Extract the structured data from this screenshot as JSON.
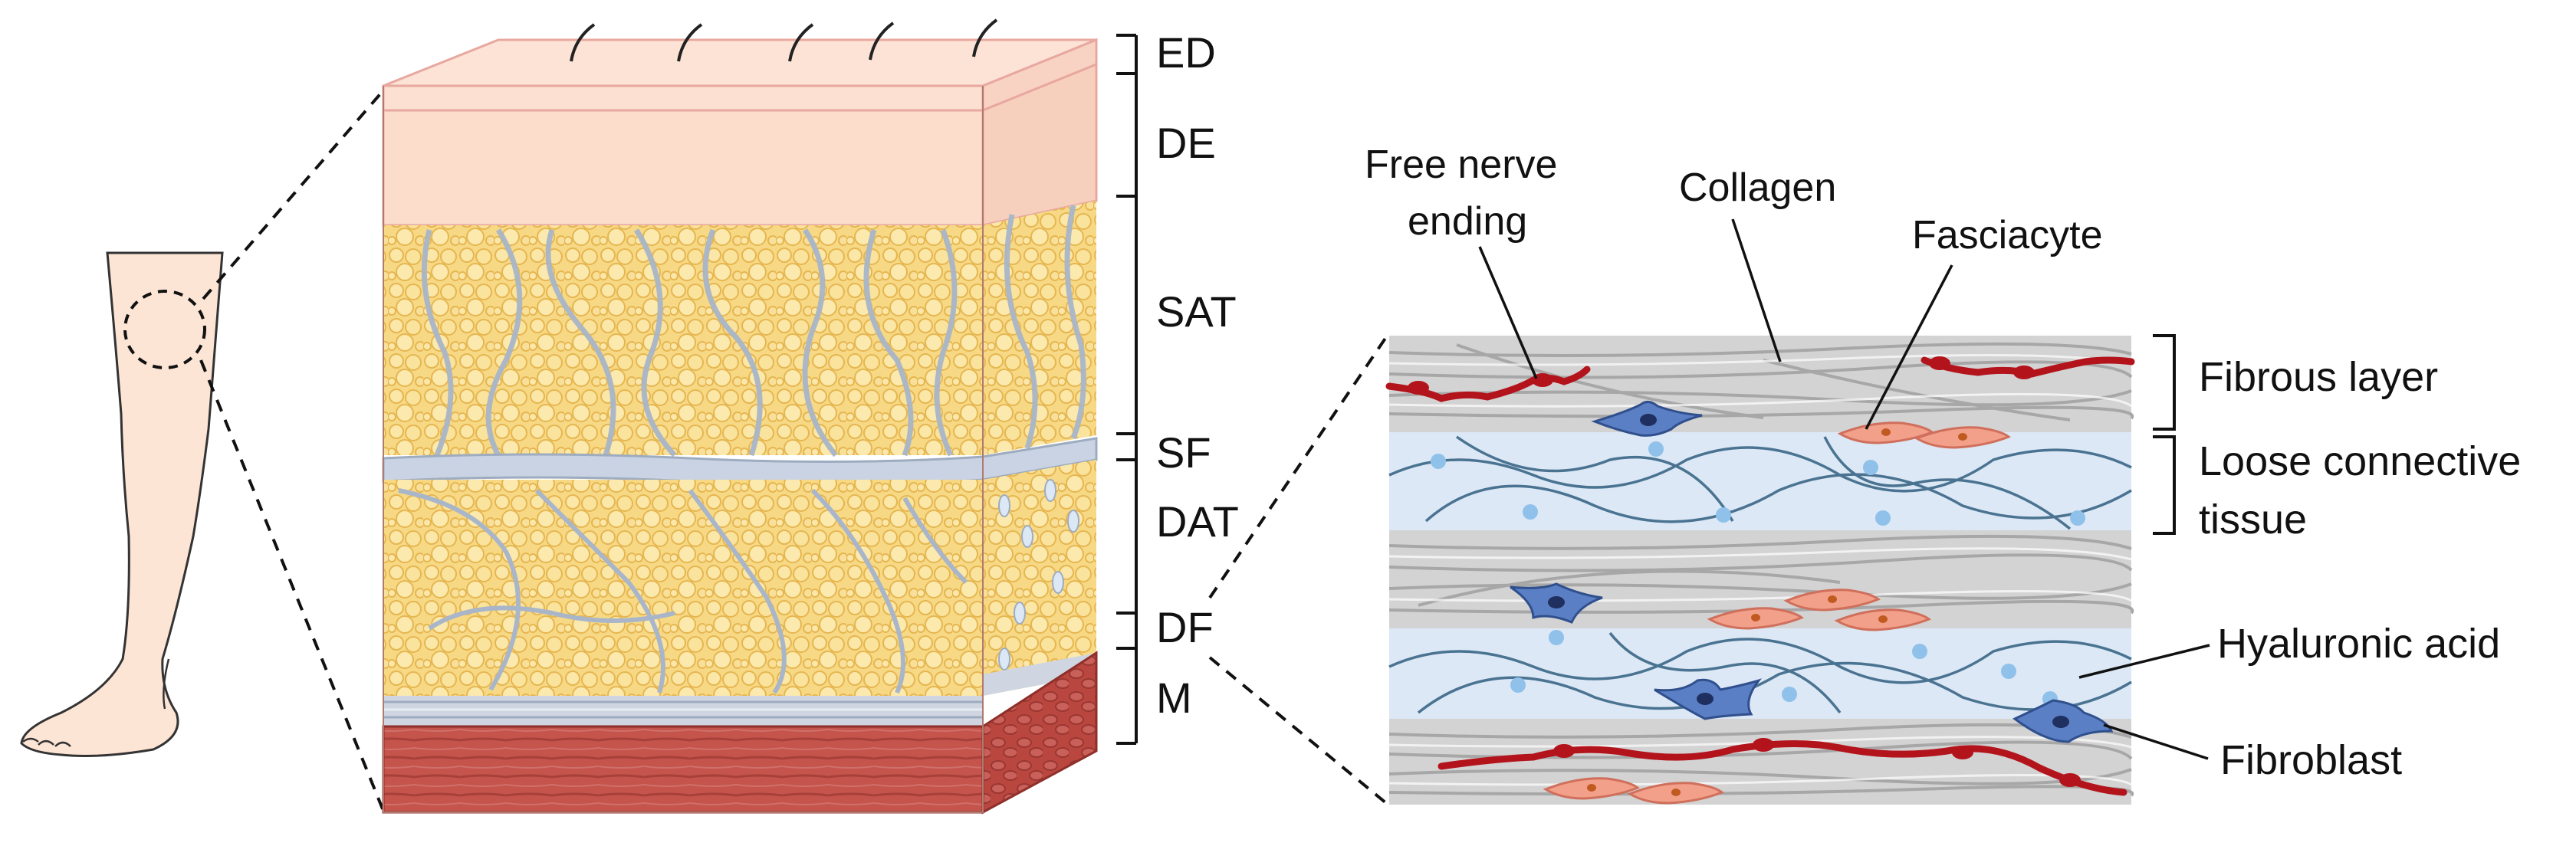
{
  "layer_labels": {
    "ed": "ED",
    "de": "DE",
    "sat": "SAT",
    "sf": "SF",
    "dat": "DAT",
    "df": "DF",
    "m": "M"
  },
  "fascia_labels": {
    "free_nerve_line1": "Free nerve",
    "free_nerve_line2": "ending",
    "collagen": "Collagen",
    "fasciacyte": "Fasciacyte",
    "fibrous_layer": "Fibrous layer",
    "loose_line1": "Loose connective",
    "loose_line2": "tissue",
    "hyaluronic_acid": "Hyaluronic acid",
    "fibroblast": "Fibroblast"
  },
  "colors": {
    "skin_epidermis": "#fbe0d3",
    "skin_dermis": "#fcdccb",
    "fat": "#f6d88a",
    "fat_cell_edge": "#e8b64e",
    "fascia": "#c9d3e3",
    "muscle": "#c8574f",
    "collagen": "#bdbdbd",
    "loose_tissue": "#dce8f5",
    "nerve": "#b3141c",
    "fibroblast": "#5b7fc4",
    "fasciacyte": "#f2a08a",
    "hyaluronic_acid": "#8fc1ea",
    "leg_skin": "#fde5d6"
  }
}
